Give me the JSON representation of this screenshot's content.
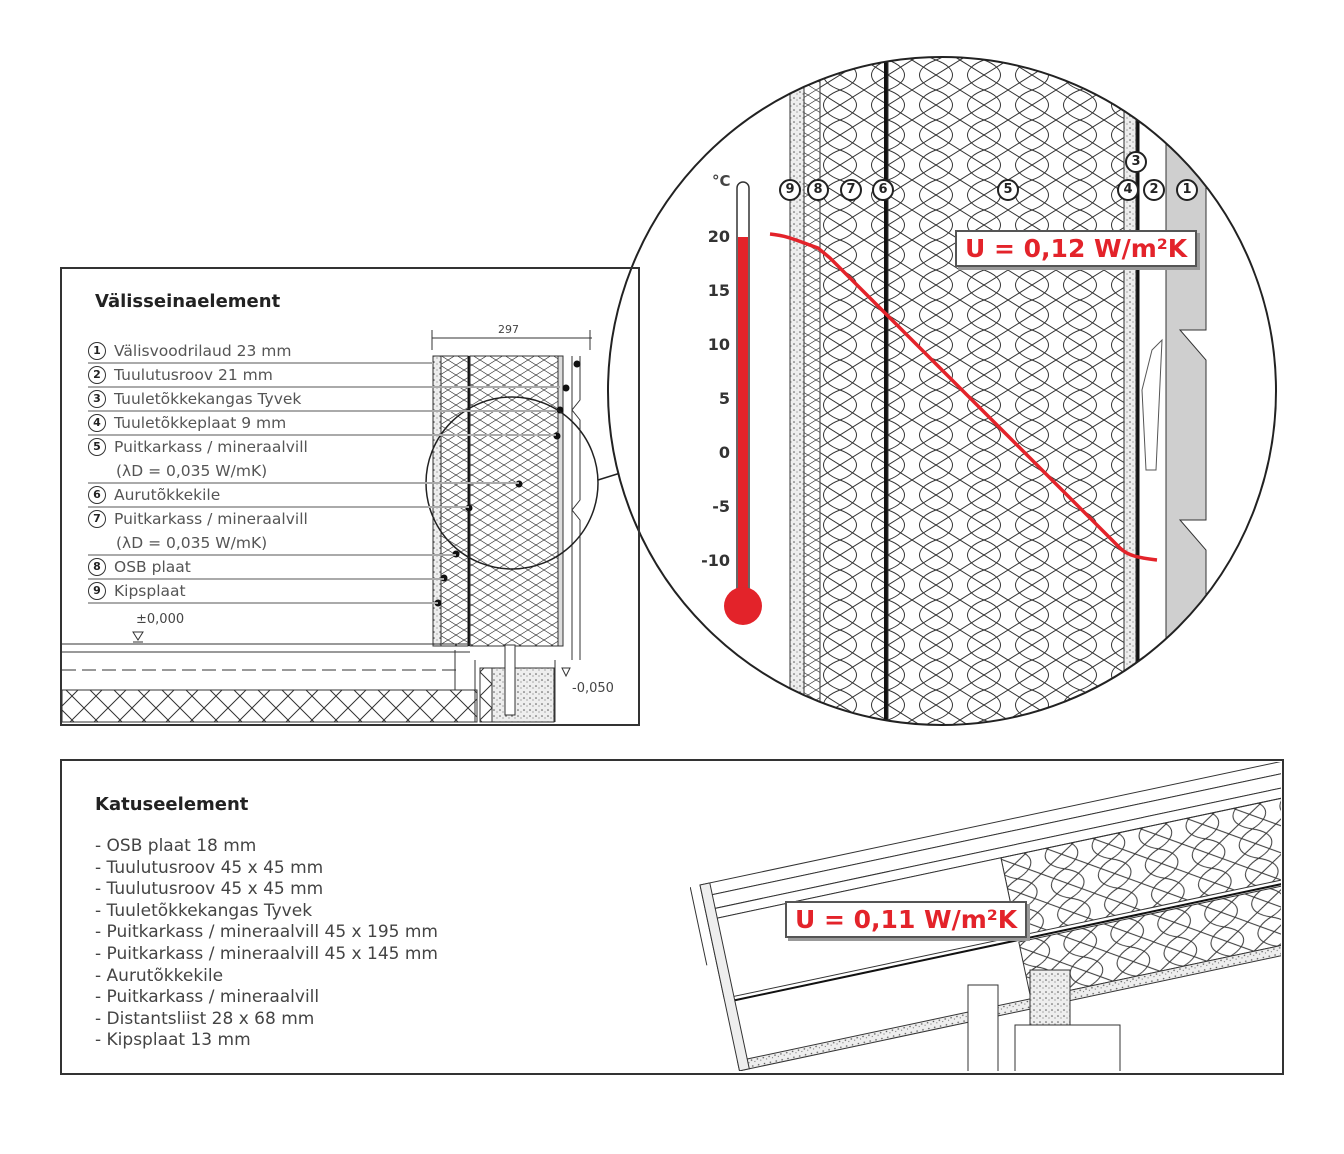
{
  "wall": {
    "title": "Välisseinaelement",
    "dimension": "297",
    "level_top": "±0,000",
    "level_bottom": "-0,050",
    "legend": [
      {
        "num": "1",
        "text": "Välisvoodrilaud 23 mm"
      },
      {
        "num": "2",
        "text": "Tuulutusroov 21 mm"
      },
      {
        "num": "3",
        "text": "Tuuletõkkekangas Tyvek"
      },
      {
        "num": "4",
        "text": "Tuuletõkkeplaat 9 mm"
      },
      {
        "num": "5",
        "text": "Puitkarkass / mineraalvill",
        "sub": "(λD = 0,035 W/mK)"
      },
      {
        "num": "6",
        "text": "Aurutõkkekile"
      },
      {
        "num": "7",
        "text": "Puitkarkass / mineraalvill",
        "sub": "(λD = 0,035 W/mK)"
      },
      {
        "num": "8",
        "text": "OSB plaat"
      },
      {
        "num": "9",
        "text": "Kipsplaat"
      }
    ]
  },
  "detail": {
    "unit": "°C",
    "ticks": [
      "20",
      "15",
      "10",
      "5",
      "0",
      "-5",
      "-10"
    ],
    "layer_labels": [
      "9",
      "8",
      "7",
      "6",
      "5",
      "4",
      "3",
      "2",
      "1"
    ],
    "u_value": "U = 0,12 W/m²K",
    "temperature_profile": {
      "inside_c": 20,
      "outside_c": -10
    },
    "thermometer_level_c": 20,
    "colors": {
      "accent": "#e3232a",
      "cladding": "#cfcfcf"
    }
  },
  "roof": {
    "title": "Katuseelement",
    "items": [
      "- OSB plaat 18 mm",
      "- Tuulutusroov 45 x 45 mm",
      "- Tuulutusroov 45 x 45 mm",
      "- Tuuletõkkekangas Tyvek",
      "- Puitkarkass / mineraalvill 45 x 195 mm",
      "- Puitkarkass / mineraalvill 45 x 145 mm",
      "- Aurutõkkekile",
      "- Puitkarkass / mineraalvill",
      "- Distantsliist 28 x 68 mm",
      "- Kipsplaat 13 mm"
    ],
    "u_value": "U = 0,11 W/m²K"
  }
}
